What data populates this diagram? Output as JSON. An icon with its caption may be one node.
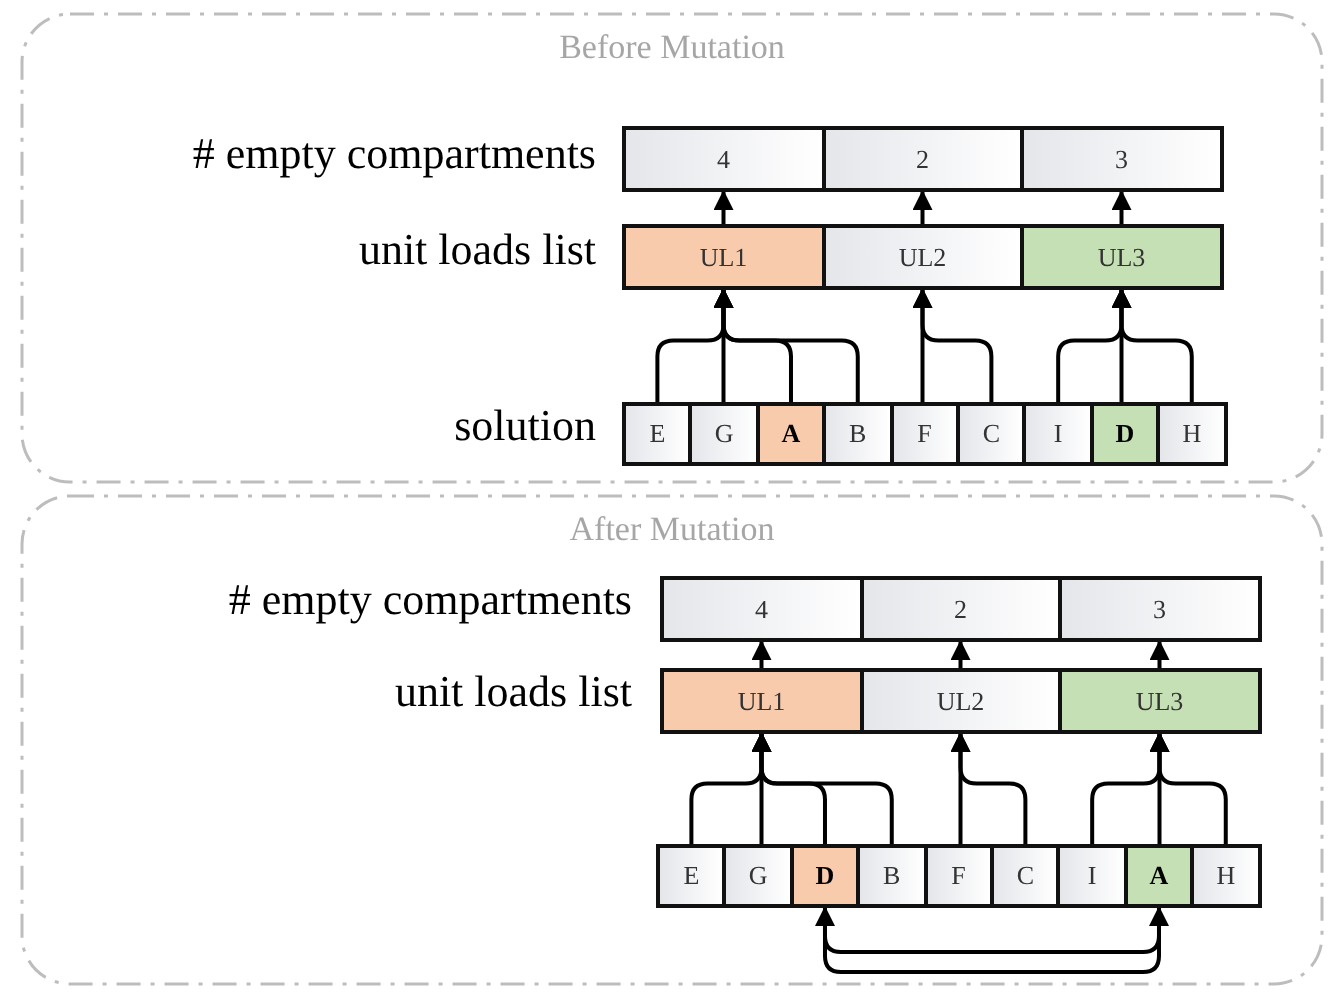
{
  "diagram": {
    "nodes": [
      {
        "text": [
          "Before Mutation"
        ]
      },
      {
        "text": [
          "4"
        ],
        "in": 0
      },
      {
        "text": [
          "2"
        ],
        "in": 0
      },
      {
        "text": [
          "3"
        ],
        "in": 0
      },
      {
        "text": [
          "UL1"
        ],
        "in": 0
      },
      {
        "text": [
          "UL2"
        ],
        "in": 0
      },
      {
        "text": [
          "UL3"
        ],
        "in": 0
      },
      {
        "text": [
          "E"
        ],
        "in": 0
      },
      {
        "text": [
          "G"
        ],
        "in": 0
      },
      {
        "text": [
          "A"
        ],
        "in": 0
      },
      {
        "text": [
          "B"
        ],
        "in": 0
      },
      {
        "text": [
          "F"
        ],
        "in": 0
      },
      {
        "text": [
          "C"
        ],
        "in": 0
      },
      {
        "text": [
          "I"
        ],
        "in": 0
      },
      {
        "text": [
          "D"
        ],
        "in": 0
      },
      {
        "text": [
          "H"
        ],
        "in": 0
      },
      {
        "text": [
          "After Mutation"
        ]
      },
      {
        "text": [
          "4"
        ],
        "in": 16
      },
      {
        "text": [
          "2"
        ],
        "in": 16
      },
      {
        "text": [
          "3"
        ],
        "in": 16
      },
      {
        "text": [
          "UL1"
        ],
        "in": 16
      },
      {
        "text": [
          "UL2"
        ],
        "in": 16
      },
      {
        "text": [
          "UL3"
        ],
        "in": 16
      },
      {
        "text": [
          "E"
        ],
        "in": 16
      },
      {
        "text": [
          "G"
        ],
        "in": 16
      },
      {
        "text": [
          "D"
        ],
        "in": 16
      },
      {
        "text": [
          "B"
        ],
        "in": 16
      },
      {
        "text": [
          "F"
        ],
        "in": 16
      },
      {
        "text": [
          "C"
        ],
        "in": 16
      },
      {
        "text": [
          "I"
        ],
        "in": 16
      },
      {
        "text": [
          "A"
        ],
        "in": 16
      },
      {
        "text": [
          "H"
        ],
        "in": 16
      }
    ],
    "edges": [
      {
        "from": 4,
        "to": 1,
        "arrow": "to"
      },
      {
        "from": 5,
        "to": 2,
        "arrow": "to"
      },
      {
        "from": 6,
        "to": 3,
        "arrow": "to"
      },
      {
        "from": 7,
        "to": 4,
        "arrow": "to"
      },
      {
        "from": 8,
        "to": 4,
        "arrow": "to"
      },
      {
        "from": 9,
        "to": 4,
        "arrow": "to"
      },
      {
        "from": 10,
        "to": 4,
        "arrow": "to"
      },
      {
        "from": 11,
        "to": 5,
        "arrow": "to"
      },
      {
        "from": 12,
        "to": 5,
        "arrow": "to"
      },
      {
        "from": 13,
        "to": 6,
        "arrow": "to"
      },
      {
        "from": 14,
        "to": 6,
        "arrow": "to"
      },
      {
        "from": 15,
        "to": 6,
        "arrow": "to"
      },
      {
        "from": 20,
        "to": 17,
        "arrow": "to"
      },
      {
        "from": 21,
        "to": 18,
        "arrow": "to"
      },
      {
        "from": 22,
        "to": 19,
        "arrow": "to"
      },
      {
        "from": 23,
        "to": 20,
        "arrow": "to"
      },
      {
        "from": 24,
        "to": 20,
        "arrow": "to"
      },
      {
        "from": 25,
        "to": 20,
        "arrow": "to"
      },
      {
        "from": 26,
        "to": 20,
        "arrow": "to"
      },
      {
        "from": 27,
        "to": 21,
        "arrow": "to"
      },
      {
        "from": 28,
        "to": 21,
        "arrow": "to"
      },
      {
        "from": 29,
        "to": 22,
        "arrow": "to"
      },
      {
        "from": 30,
        "to": 22,
        "arrow": "to"
      },
      {
        "from": 31,
        "to": 22,
        "arrow": "to"
      },
      {
        "from": 30,
        "to": 25,
        "arrow": "to"
      },
      {
        "from": 25,
        "to": 30,
        "arrow": "to"
      }
    ],
    "labels": [
      "# empty compartments",
      "unit loads list",
      "solution",
      "# empty compartments",
      "unit loads list"
    ]
  }
}
